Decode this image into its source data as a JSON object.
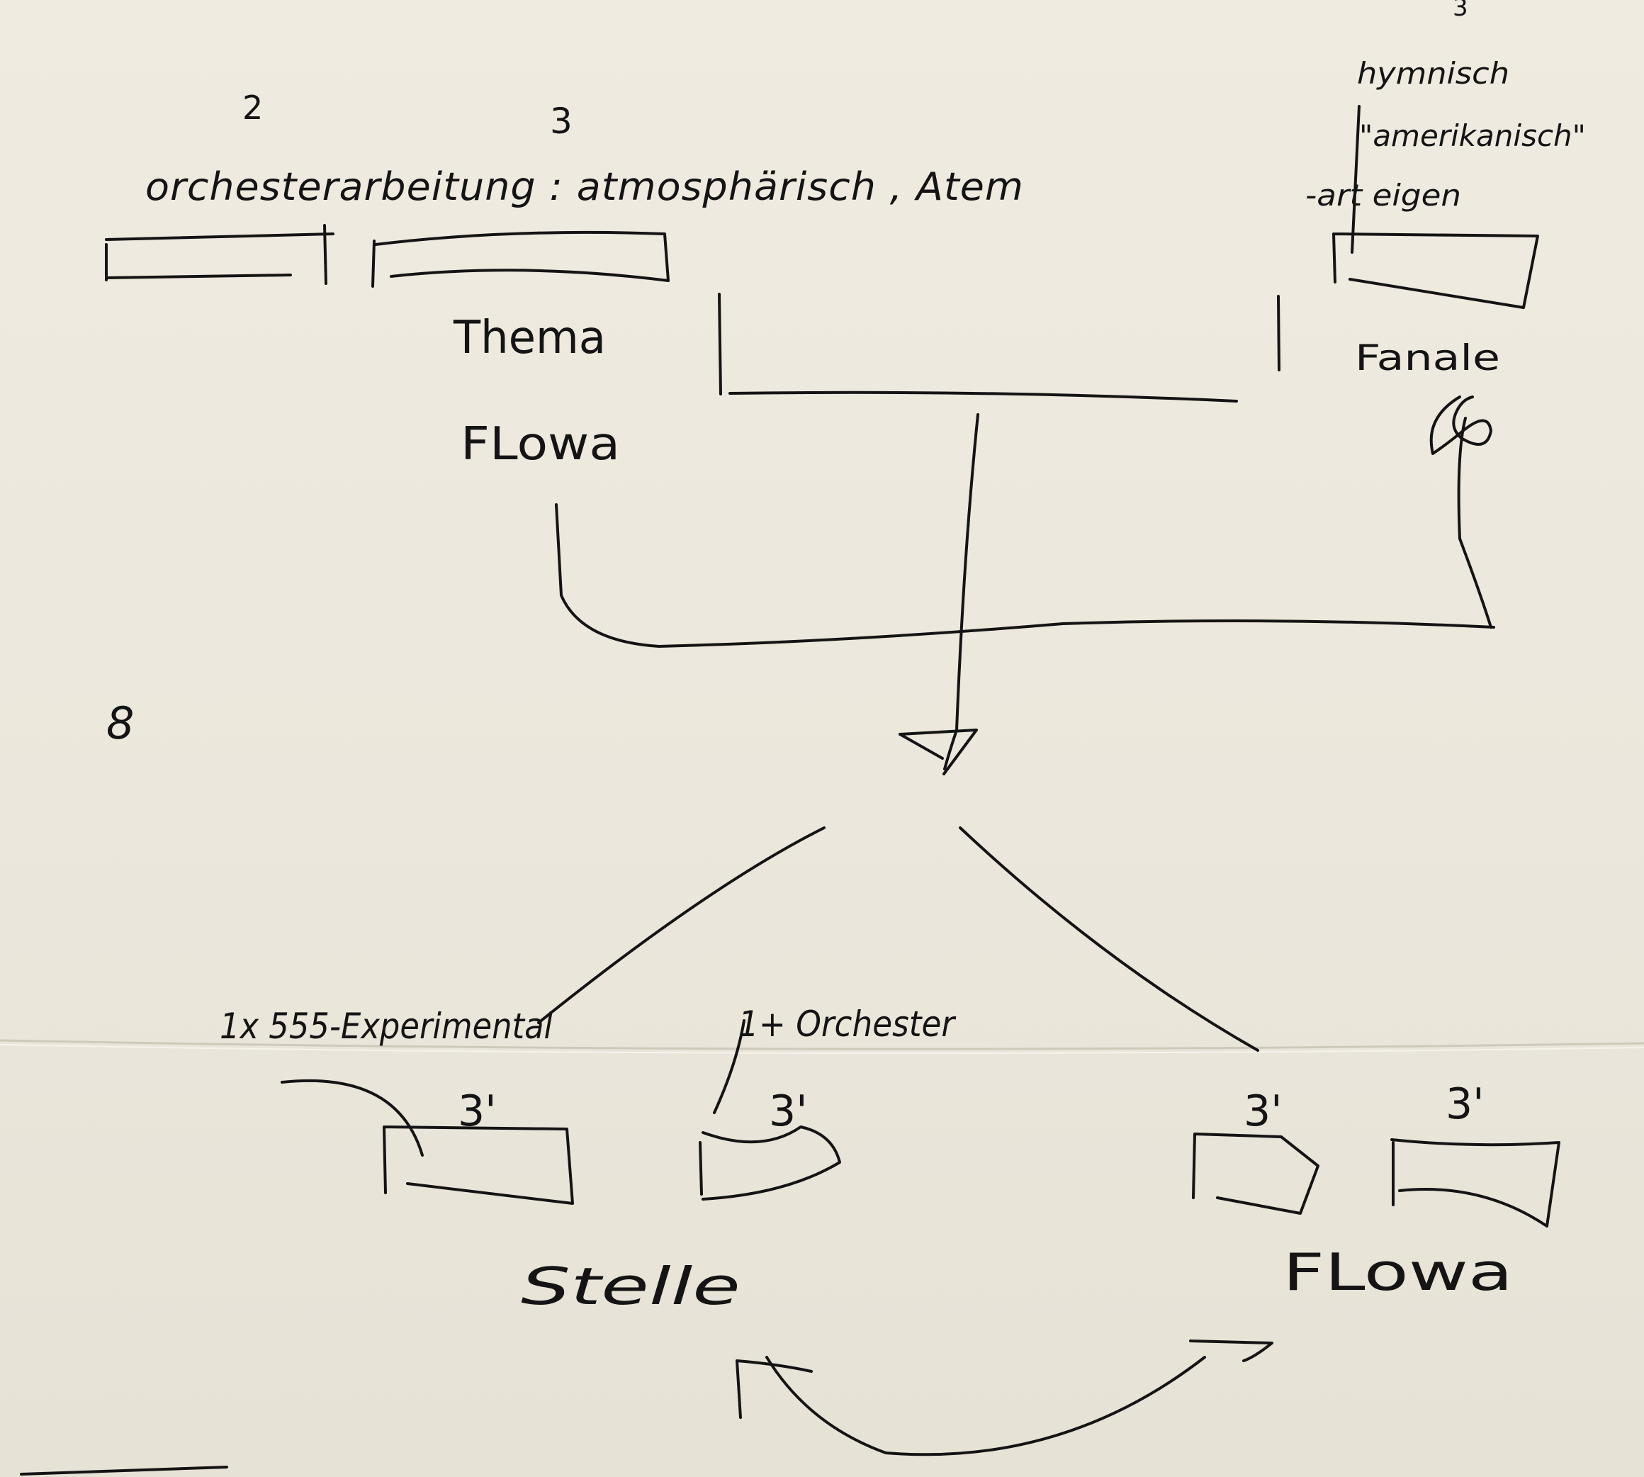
{
  "labels": {
    "num_2_top": "2",
    "num_3_top": "3",
    "num_3_corner": "3",
    "top_line": "orchesterarbeitung : atmosphärisch , Atem",
    "hymnisch": "hymnisch",
    "amerikanisch": "\"amerikanisch\"",
    "art_eigen": "-art eigen",
    "thema": "Thema",
    "flow_top": "FLowa",
    "fanale": "Fanale",
    "num_8": "8",
    "experimental": "1x 555-Experimental",
    "orchester_bottom": "1+ Orchester",
    "dur_a": "3'",
    "dur_b": "3'",
    "dur_c": "3'",
    "dur_d": "3'",
    "stelle": "Stelle",
    "flow_bottom": "FLowa"
  },
  "colors": {
    "paper": "#ebe7dc",
    "ink": "#141414",
    "fold": "#cfc9bb"
  }
}
